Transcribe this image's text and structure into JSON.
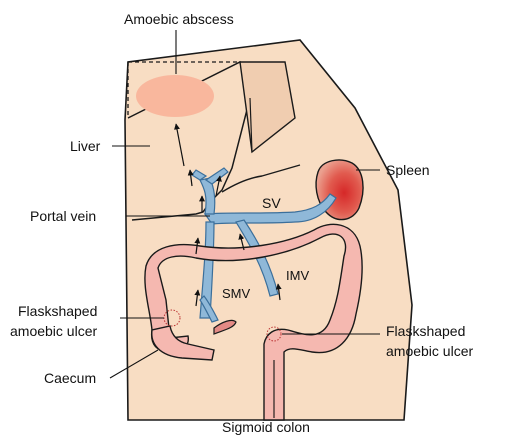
{
  "colors": {
    "background": "#ffffff",
    "body": "#f8ddc3",
    "outline": "#1a1a1a",
    "liver_lobe": "#f0cdb0",
    "abscess": "#f9b79d",
    "spleen": "#d63a3a",
    "spleen_light": "#e98579",
    "colon": "#f5b8b0",
    "colon_dark": "#e48a85",
    "vein": "#8fb8d8",
    "vein_edge": "#3b6f9b"
  },
  "labels": {
    "amoebic_abscess": "Amoebic abscess",
    "liver": "Liver",
    "spleen": "Spleen",
    "portal_vein": "Portal vein",
    "sv": "SV",
    "smv": "SMV",
    "imv": "IMV",
    "ulcer_left_1": "Flaskshaped",
    "ulcer_left_2": "amoebic ulcer",
    "ulcer_right_1": "Flaskshaped",
    "ulcer_right_2": "amoebic ulcer",
    "caecum": "Caecum",
    "sigmoid_colon": "Sigmoid colon"
  },
  "icons": {
    "flow_arrow": "arrow-up-icon",
    "ulcer": "flask-ulcer-icon"
  }
}
